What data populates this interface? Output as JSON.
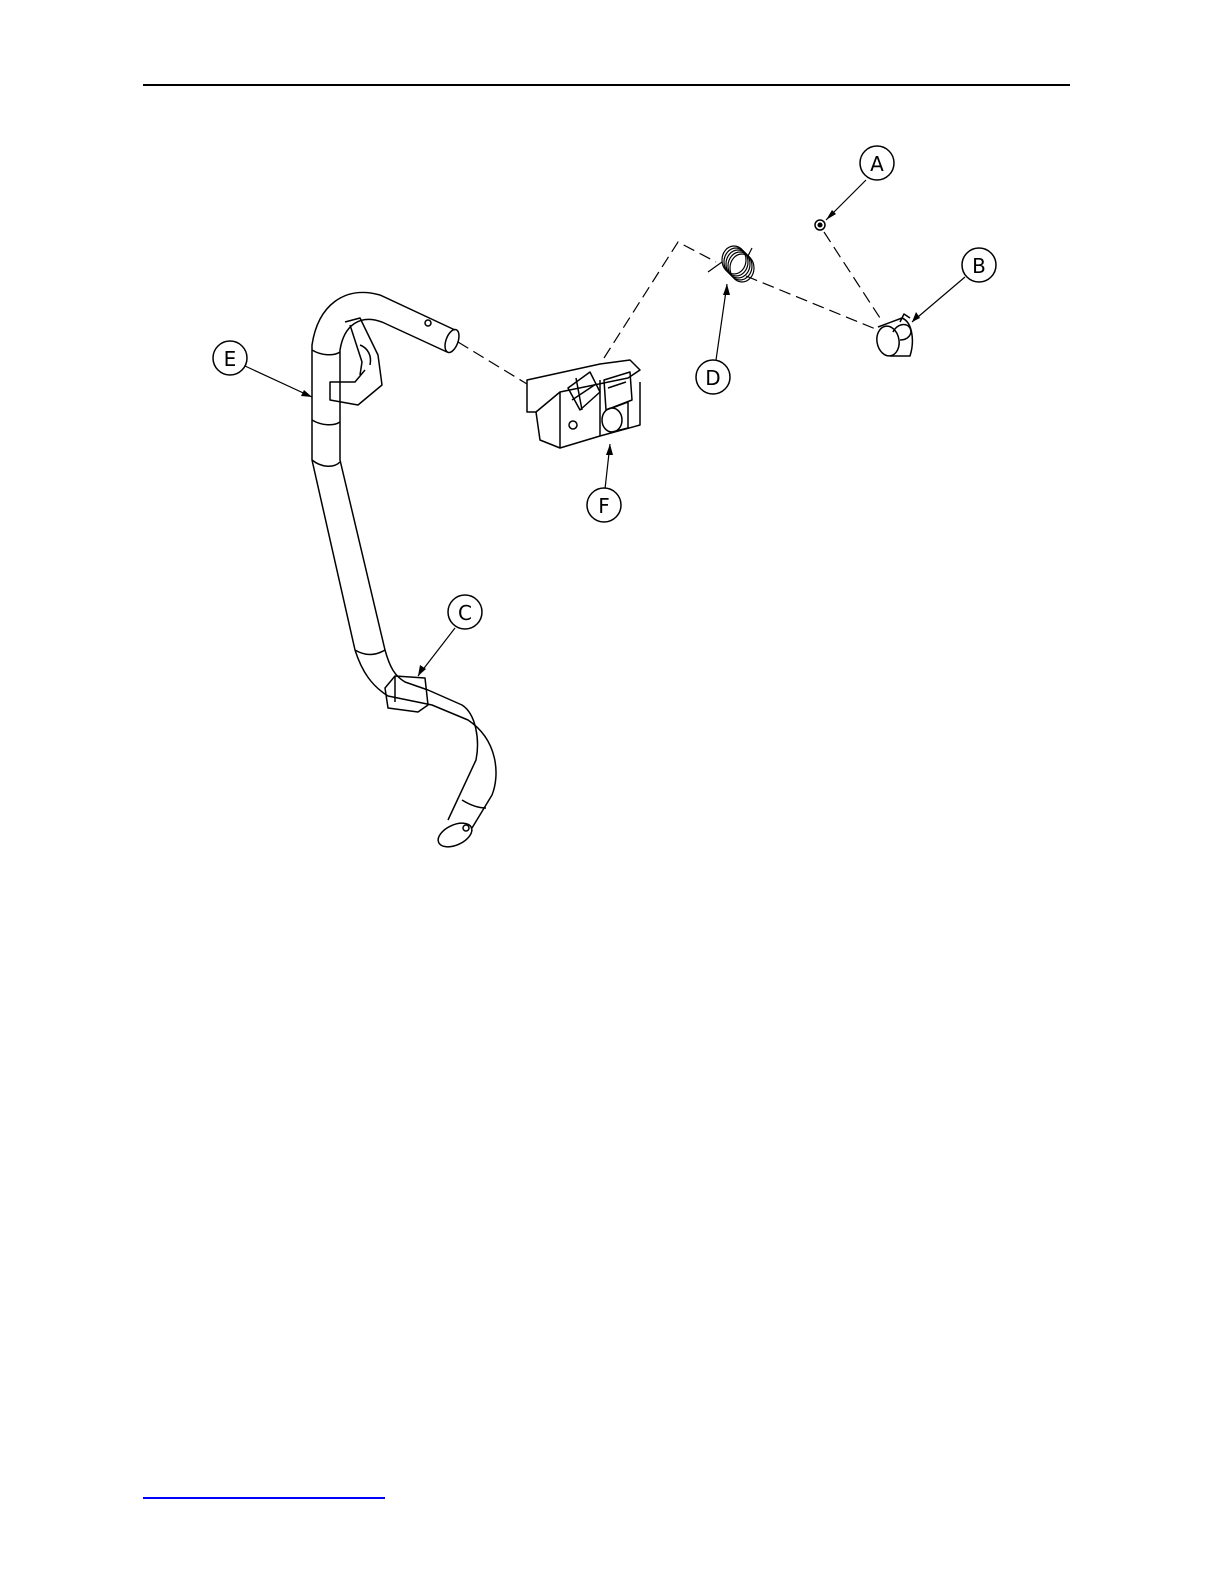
{
  "diagram": {
    "callouts": [
      {
        "id": "A",
        "label": "A"
      },
      {
        "id": "B",
        "label": "B"
      },
      {
        "id": "C",
        "label": "C"
      },
      {
        "id": "D",
        "label": "D"
      },
      {
        "id": "E",
        "label": "E"
      },
      {
        "id": "F",
        "label": "F"
      }
    ]
  },
  "colors": {
    "line": "#000000",
    "footer_link": "#0000ff"
  }
}
